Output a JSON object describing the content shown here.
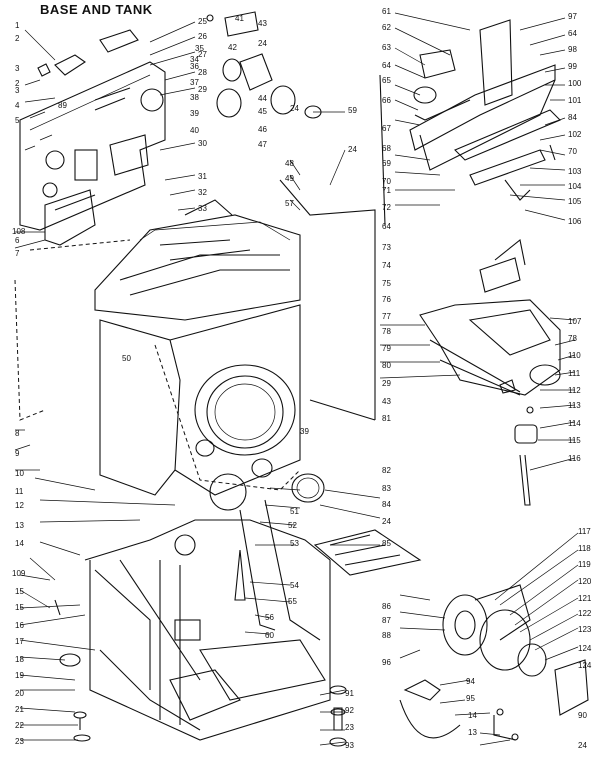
{
  "title": "BASE AND TANK",
  "part_numbers": [
    "1",
    "2",
    "3",
    "2",
    "3",
    "4",
    "5",
    "89",
    "6",
    "7",
    "108",
    "8",
    "9",
    "10",
    "11",
    "12",
    "13",
    "14",
    "109",
    "15",
    "15",
    "16",
    "17",
    "18",
    "19",
    "20",
    "21",
    "22",
    "23",
    "25",
    "26",
    "27",
    "28",
    "29",
    "30",
    "31",
    "32",
    "33",
    "24",
    "34",
    "35",
    "36",
    "37",
    "38",
    "39",
    "40",
    "41",
    "42",
    "43",
    "44",
    "45",
    "46",
    "47",
    "48",
    "49",
    "57",
    "59",
    "24",
    "24",
    "50",
    "39",
    "51",
    "52",
    "53",
    "54",
    "55",
    "56",
    "60",
    "61",
    "62",
    "63",
    "64",
    "65",
    "66",
    "67",
    "68",
    "69",
    "70",
    "71",
    "72",
    "64",
    "73",
    "74",
    "75",
    "76",
    "77",
    "78",
    "79",
    "80",
    "29",
    "43",
    "81",
    "82",
    "83",
    "84",
    "24",
    "85",
    "86",
    "87",
    "88",
    "96",
    "97",
    "64",
    "98",
    "99",
    "100",
    "101",
    "84",
    "102",
    "70",
    "103",
    "104",
    "105",
    "106",
    "107",
    "78",
    "110",
    "111",
    "112",
    "113",
    "114",
    "115",
    "116",
    "117",
    "118",
    "119",
    "120",
    "121",
    "122",
    "123",
    "124",
    "124",
    "24",
    "90",
    "91",
    "92",
    "23",
    "93",
    "94",
    "95",
    "14",
    "13"
  ]
}
